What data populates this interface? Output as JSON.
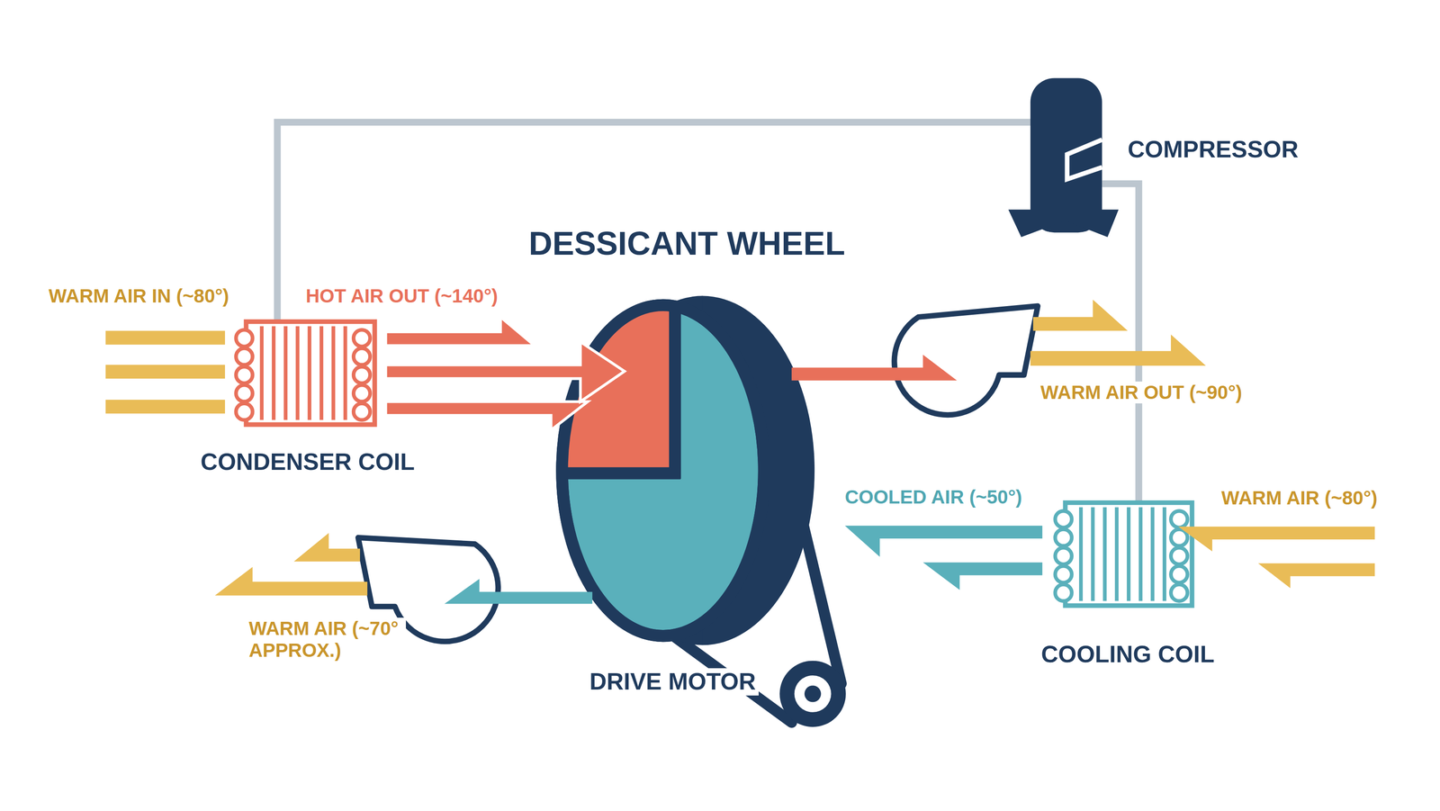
{
  "diagram": {
    "title": "DESSICANT WHEEL",
    "nodes": [
      {
        "text": [
          "COMPRESSOR"
        ]
      },
      {
        "text": [
          "CONDENSER COIL"
        ]
      },
      {
        "text": [
          "COOLING COIL"
        ]
      },
      {
        "text": [
          "DRIVE MOTOR"
        ]
      }
    ],
    "edges": [
      {
        "from": 0,
        "to": 1,
        "arrow": "none"
      },
      {
        "from": 0,
        "to": 2,
        "arrow": "none"
      }
    ],
    "labels": [
      "WARM AIR IN (~80°)",
      "HOT AIR OUT (~140°)",
      "WARM AIR OUT (~90°)",
      "COOLED AIR (~50°)",
      "WARM AIR (~80°)",
      "WARM AIR (~70° APPROX.)"
    ]
  }
}
